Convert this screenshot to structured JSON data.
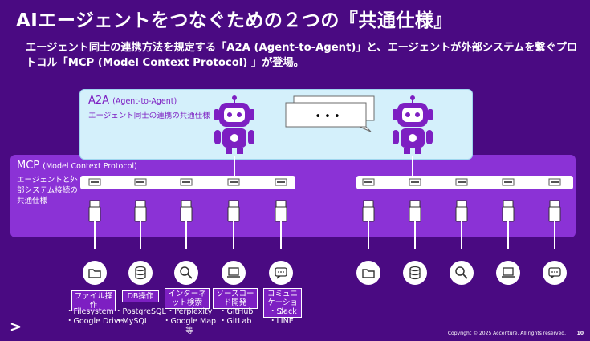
{
  "title": "AIエージェントをつなぐための２つの『共通仕様』",
  "subtitle": "エージェント同士の連携方法を規定する「A2A (Agent-to-Agent)」と、エージェントが外部システムを繋ぐプロトコル「MCP (Model Context Protocol) 」が登場。",
  "a2a": {
    "title": "A2A",
    "title_sub": "(Agent-to-Agent)",
    "desc": "エージェント同士の連携の共通仕様",
    "bubble_text": "• • •"
  },
  "mcp": {
    "title": "MCP",
    "title_sub": "(Model Context Protocol)",
    "desc": "エージェントと外部システム接続の共通仕様"
  },
  "categories": [
    {
      "label": "ファイル操作",
      "items": [
        "・Filesystem",
        "・Google Drive"
      ],
      "icon": "folder-icon"
    },
    {
      "label": "DB操作",
      "items": [
        "・PostgreSQL",
        "・MySQL"
      ],
      "icon": "database-icon"
    },
    {
      "label": "インターネット検索",
      "items": [
        "・Perplexity",
        "・Google Map",
        "等"
      ],
      "icon": "search-icon"
    },
    {
      "label": "ソースコード開発",
      "items": [
        "・GitHub",
        "・GitLab"
      ],
      "icon": "laptop-icon"
    },
    {
      "label": "コミュニケーション",
      "items": [
        "・Slack",
        "・LINE"
      ],
      "icon": "chat-icon"
    }
  ],
  "footer": {
    "copyright": "Copyright © 2025 Accenture. All rights reserved.",
    "page": "10",
    "logo": ">"
  },
  "colors": {
    "background": "#4a0a82",
    "accent_purple": "#7d1fc2",
    "mcp_panel": "#8b32d6",
    "a2a_panel": "#d4f0fb"
  }
}
